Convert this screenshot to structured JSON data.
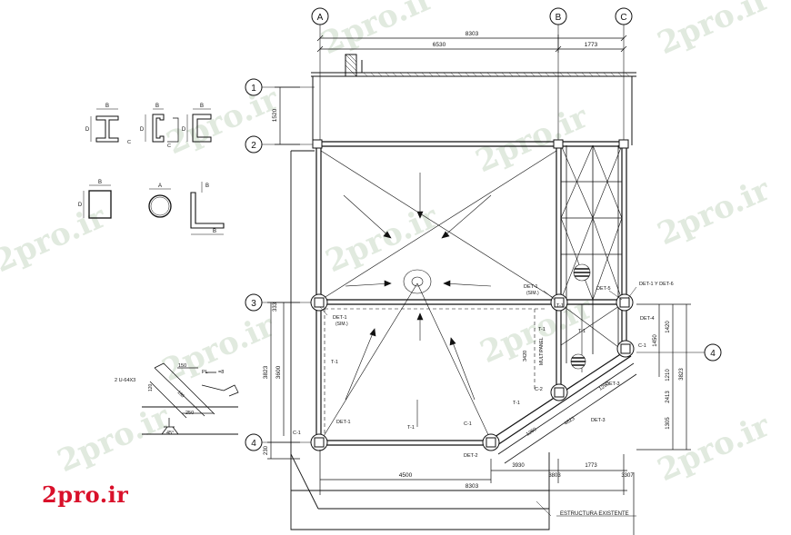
{
  "logo": "2pro.ir",
  "watermark_text": "2pro.ir",
  "colors": {
    "line": "#111111",
    "logo": "#d9102a",
    "watermark": "#c9d9c6"
  },
  "grid": {
    "columns": [
      "A",
      "B",
      "C"
    ],
    "rows": [
      "1",
      "2",
      "3",
      "4"
    ],
    "right_bubble": "4"
  },
  "dims": {
    "top_total": "8303",
    "top_left": "6530",
    "top_right": "1773",
    "left_upper": "1520",
    "left_small": "333",
    "left_mid": "3823",
    "left_mid2": "3600",
    "left_bottom": "230",
    "bottom_1": "4500",
    "bottom_2": "3930",
    "bottom_3": "1773",
    "bottom_4": "3307",
    "bottom_5": "3803",
    "bottom_total": "8303",
    "right_1": "1450",
    "right_2": "1420",
    "right_3": "1210",
    "right_4": "2413",
    "right_5": "1305",
    "right_6": "3823",
    "diag_1": "1250",
    "diag_2": "1250",
    "diag_3": "4623",
    "vert_diag": "3420"
  },
  "labels": {
    "det1_sim": "DET-1",
    "sim": "(SIM.)",
    "det5": "DET-5",
    "det1_y_det6": "DET-1 Y DET-6",
    "det3": "DET-3",
    "det2": "DET-2",
    "det4": "DET-4",
    "det1": "DET-1",
    "t1": "T-1",
    "c1": "C-1",
    "c2": "C-2",
    "multipanel": "MULTIPANEL",
    "existing": "ESTRUCTURA EXISTENTE"
  },
  "weld_detail": {
    "anchor": "2 U-64X3",
    "v150": "150",
    "v180": "180",
    "v250": "250",
    "pl": "PL",
    "pl_val": "=8",
    "angle": "45°",
    "small": "120"
  },
  "sections": {
    "b": "B",
    "d": "D",
    "c": "C",
    "a": "A"
  }
}
